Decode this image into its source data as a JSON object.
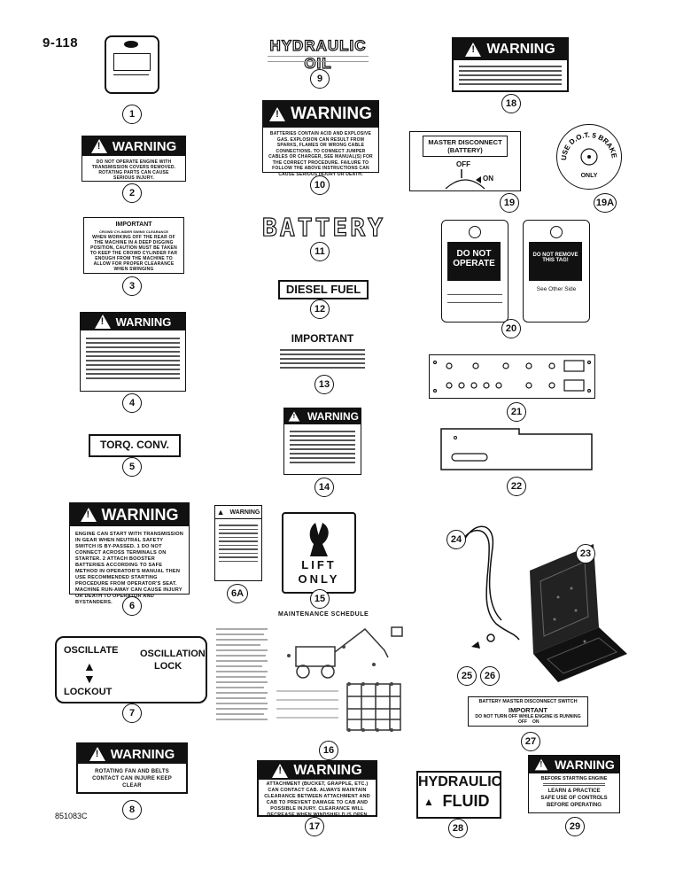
{
  "page": {
    "number": "9-118",
    "reference": "851083C"
  },
  "callouts": {
    "c1": "1",
    "c2": "2",
    "c3": "3",
    "c4": "4",
    "c5": "5",
    "c6": "6",
    "c6a": "6A",
    "c7": "7",
    "c8": "8",
    "c9": "9",
    "c10": "10",
    "c11": "11",
    "c12": "12",
    "c13": "13",
    "c14": "14",
    "c15": "15",
    "c16": "16",
    "c17": "17",
    "c18": "18",
    "c19": "19",
    "c19a": "19A",
    "c20": "20",
    "c21": "21",
    "c22": "22",
    "c23": "23",
    "c24": "24",
    "c25": "25",
    "c26": "26",
    "c27": "27",
    "c28": "28",
    "c29": "29"
  },
  "decals": {
    "warning_word": "WARNING",
    "d2_text": "DO NOT OPERATE ENGINE WITH TRANSMISSION COVERS REMOVED. ROTATING PARTS CAN CAUSE SERIOUS INJURY.",
    "d3_title": "IMPORTANT",
    "d3_sub": "CROWD CYLINDER SWING CLEARANCE",
    "d3_body": "WHEN WORKING OFF THE REAR OF THE MACHINE IN A DEEP DIGGING POSITION, CAUTION MUST BE TAKEN TO KEEP THE CROWD CYLINDER FAR ENOUGH FROM THE MACHINE TO ALLOW FOR PROPER CLEARANCE WHEN SWINGING",
    "d5_text": "TORQ. CONV.",
    "d6_text": "ENGINE CAN START WITH TRANSMISSION IN GEAR WHEN NEUTRAL SAFETY SWITCH IS BY-PASSED. 1 DO NOT CONNECT ACROSS TERMINALS ON STARTER. 2 ATTACH BOOSTER BATTERIES ACCORDING TO SAFE METHOD IN OPERATOR'S MANUAL THEN USE RECOMMENDED STARTING PROCEDURE FROM OPERATOR'S SEAT. MACHINE RUN-AWAY CAN CAUSE INJURY OR DEATH TO OPERATOR AND BYSTANDERS.",
    "d7_oscillate": "OSCILLATE",
    "d7_osc_lock": "OSCILLATION",
    "d7_lock": "LOCK",
    "d7_lockout": "LOCKOUT",
    "d8_text": "ROTATING FAN AND BELTS CONTACT CAN INJURE KEEP CLEAR",
    "d9_line1": "HYDRAULIC OIL",
    "d10_text": "BATTERIES CONTAIN ACID AND EXPLOSIVE GAS. EXPLOSION CAN RESULT FROM SPARKS, FLAMES OR WRONG CABLE CONNECTIONS. TO CONNECT JUMPER CABLES OR CHARGER, SEE MANUAL(S) FOR THE CORRECT PROCEDURE. FAILURE TO FOLLOW THE ABOVE INSTRUCTIONS CAN CAUSE SERIOUS INJURY OR DEATH.",
    "d11_text": "BATTERY",
    "d12_text": "DIESEL FUEL",
    "d13_title": "IMPORTANT",
    "d15_lift": "LIFT",
    "d15_only": "ONLY",
    "d16_title": "MAINTENANCE SCHEDULE",
    "d17_text": "ATTACHMENT (BUCKET, GRAPPLE, ETC.) CAN CONTACT CAB. ALWAYS MAINTAIN CLEARANCE BETWEEN ATTACHMENT AND CAB TO PREVENT DAMAGE TO CAB AND POSSIBLE INJURY. CLEARANCE WILL DECREASE WHEN WINDSHIELD IS OPEN",
    "d19_title": "MASTER DISCONNECT",
    "d19_sub": "(BATTERY)",
    "d19_off": "OFF",
    "d19_on": "ON",
    "d19a_text": "USE D.O.T. 5 BRAKE FLUID",
    "d19a_only": "ONLY",
    "d20_tag1a": "DO NOT",
    "d20_tag1b": "OPERATE",
    "d20_tag2": "DO NOT REMOVE THIS TAG!",
    "d20_tag2b": "See Other Side",
    "d27_line1": "BATTERY MASTER DISCONNECT SWITCH",
    "d27_line2": "IMPORTANT",
    "d27_line3": "DO NOT TURN OFF WHILE ENGINE IS RUNNING",
    "d27_off": "OFF",
    "d27_on": "ON",
    "d28_line1": "HYDRAULIC",
    "d28_line2": "FLUID",
    "d29_head": "BEFORE STARTING ENGINE",
    "d29_l1": "LEARN & PRACTICE",
    "d29_l2": "SAFE USE OF CONTROLS",
    "d29_l3": "BEFORE OPERATING"
  }
}
